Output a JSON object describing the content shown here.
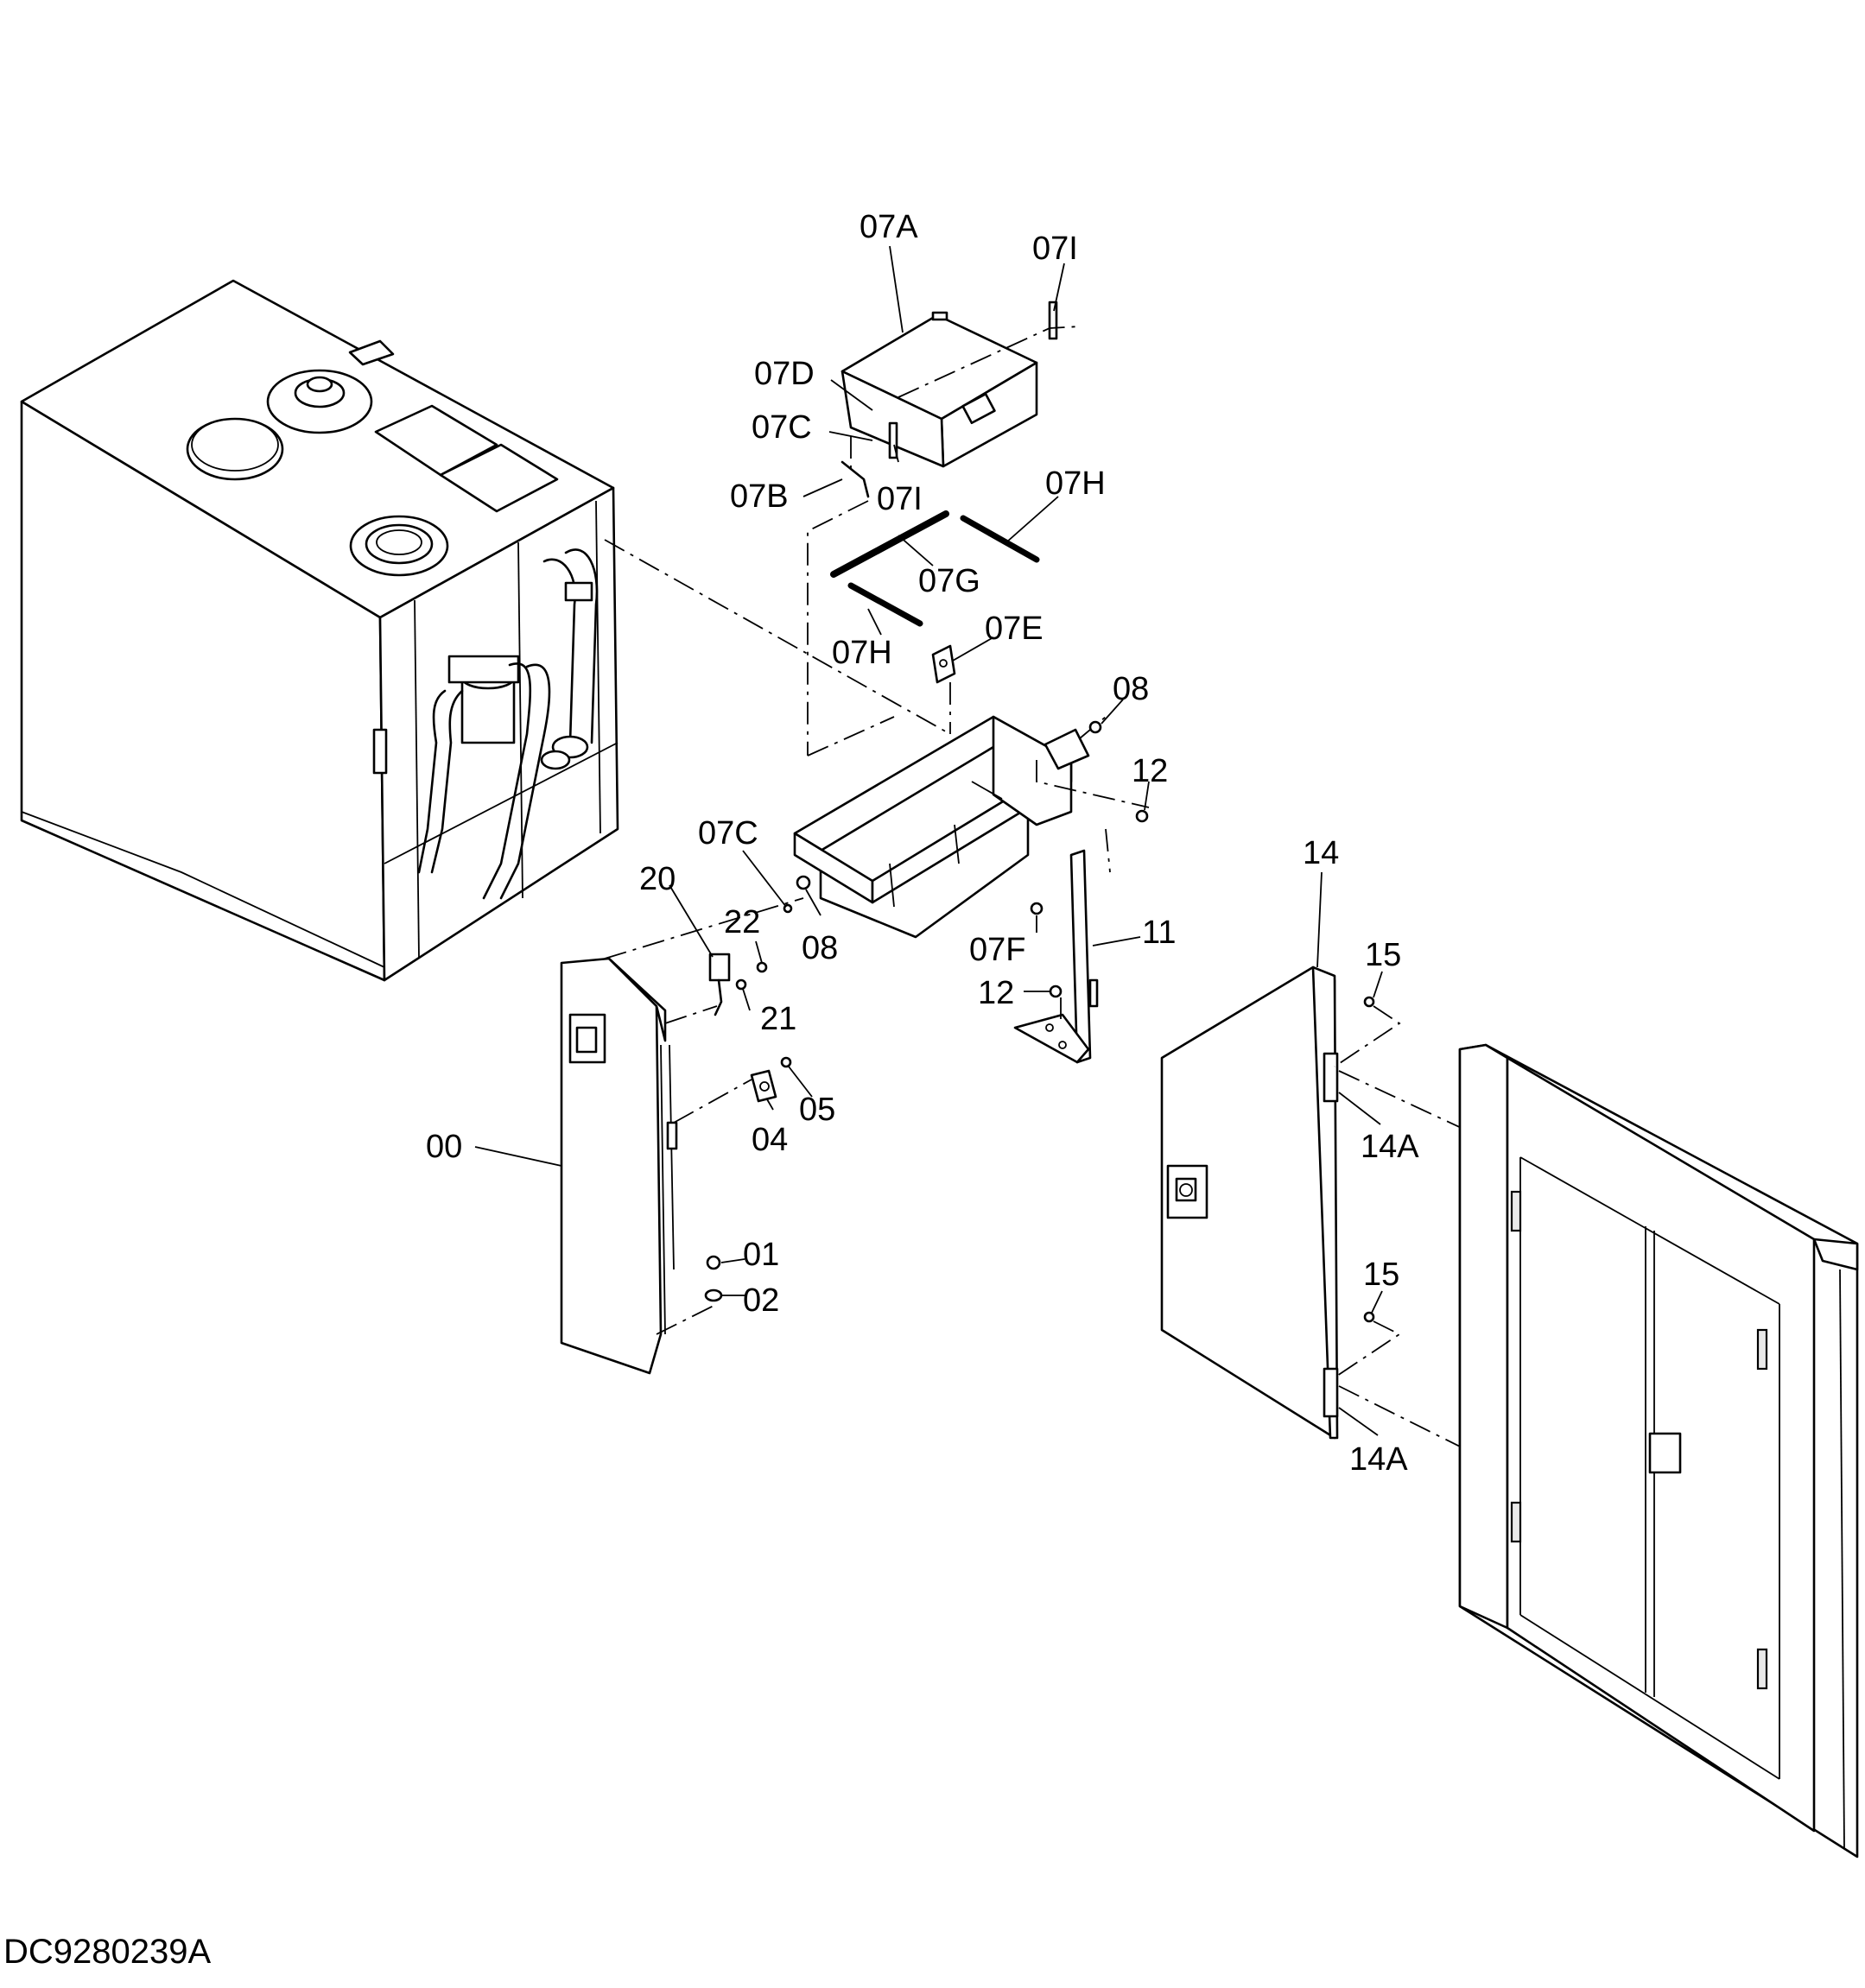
{
  "drawing_code": "DC9280239A",
  "callouts": {
    "c07A": "07A",
    "c07I_top": "07I",
    "c07D": "07D",
    "c07C_top": "07C",
    "c07I_mid": "07I",
    "c07B": "07B",
    "c07H_top": "07H",
    "c07G": "07G",
    "c07H_bot": "07H",
    "c07E": "07E",
    "c08_top": "08",
    "c12_top": "12",
    "c07C_mid": "07C",
    "c20": "20",
    "c22": "22",
    "c08_mid": "08",
    "c07F": "07F",
    "c11": "11",
    "c12_mid": "12",
    "c21": "21",
    "c05": "05",
    "c04": "04",
    "c00": "00",
    "c01": "01",
    "c02": "02",
    "c14": "14",
    "c15_top": "15",
    "c14A_top": "14A",
    "c15_bot": "15",
    "c14A_bot": "14A"
  }
}
